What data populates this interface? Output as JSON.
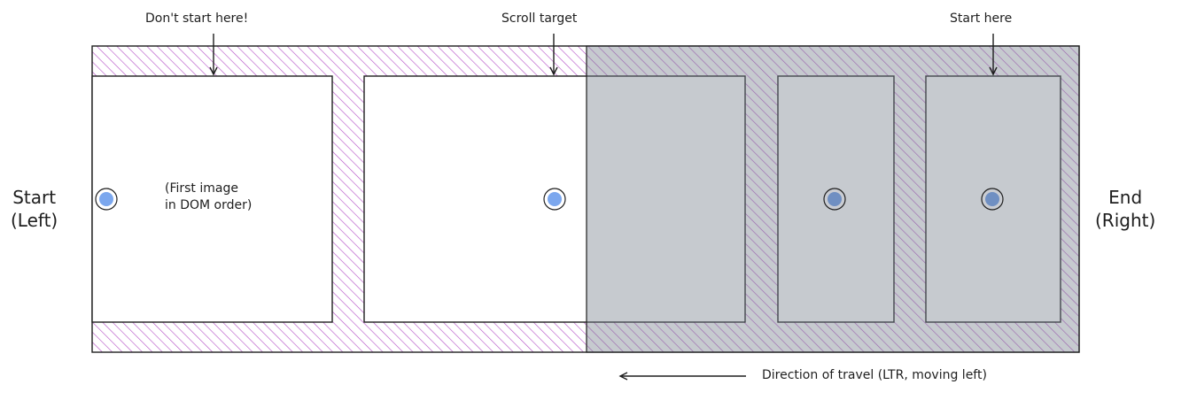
{
  "annotations": {
    "dont_start": "Don't start here!",
    "scroll_target": "Scroll target",
    "start_here": "Start here",
    "first_image_line1": "(First image",
    "first_image_line2": "in DOM order)",
    "direction": "Direction of travel (LTR, moving left)"
  },
  "sides": {
    "start_line1": "Start",
    "start_line2": "(Left)",
    "end_line1": "End",
    "end_line2": "(Right)"
  },
  "colors": {
    "hatch": "#b44cc6",
    "overlay": "rgba(120,128,140,0.42)",
    "dot": "#7ba7ee",
    "stroke": "#1e1e1e"
  }
}
